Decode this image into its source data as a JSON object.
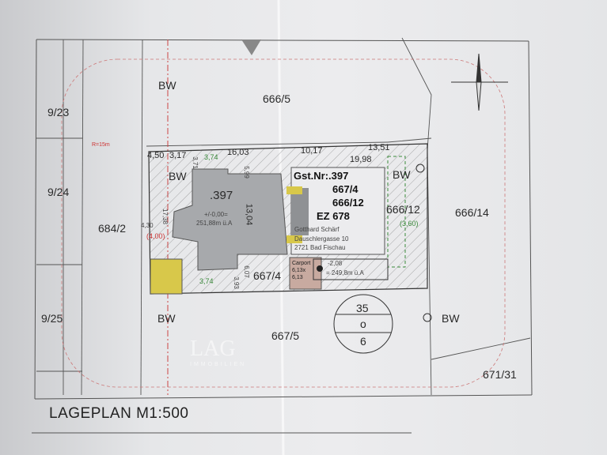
{
  "title": "LAGEPLAN M1:500",
  "parcels": {
    "p9_23": "9/23",
    "p9_24": "9/24",
    "p9_25": "9/25",
    "p666_5": "666/5",
    "p684_2": "684/2",
    "p667_5": "667/5",
    "p666_14": "666/14",
    "p671_31": "671/31",
    "p666_12_right": "666/12",
    "p667_4_bottom": "667/4",
    "p397": ".397"
  },
  "bw_labels": [
    "BW",
    "BW",
    "BW",
    "BW",
    "BW"
  ],
  "plot_info": {
    "gst_nr": "Gst.Nr:.397",
    "line1": "667/4",
    "line2": "666/12",
    "ez": "EZ 678",
    "owner": "Gotthard Schärf",
    "street": "Dauschlergasse 10",
    "city": "2721 Bad Fischau"
  },
  "elevation_main": {
    "line1": "+/-0,00=",
    "line2": "251,88m ü.A"
  },
  "carport": {
    "label": "Carport",
    "dim1": "6,13x",
    "dim2": "6,13",
    "elev1": "-2,08",
    "elev2": "= 249,8m ü.A"
  },
  "dimensions": {
    "d4_50": "4,50",
    "d3_17": "3,17",
    "d3_71": "3,71",
    "d3_74_top": "3,74",
    "d16_03": "16,03",
    "d10_17": "10,17",
    "d13_51": "13,51",
    "d19_98": "19,98",
    "d5_99": "5,99",
    "d13_04": "13,04",
    "d17_38": "17,38",
    "d4_30": "4,30",
    "d4_00": "(4,00)",
    "d3_60": "(3,60)",
    "d3_74_bottom": "3,74",
    "d3_93": "3,93",
    "d6_07": "6,07",
    "radius": "R=15m"
  },
  "density_circle": {
    "top": "35",
    "mid": "o",
    "bottom": "6"
  },
  "watermark": {
    "line1": "LAG",
    "line2": "IMMOBILIEN"
  }
}
